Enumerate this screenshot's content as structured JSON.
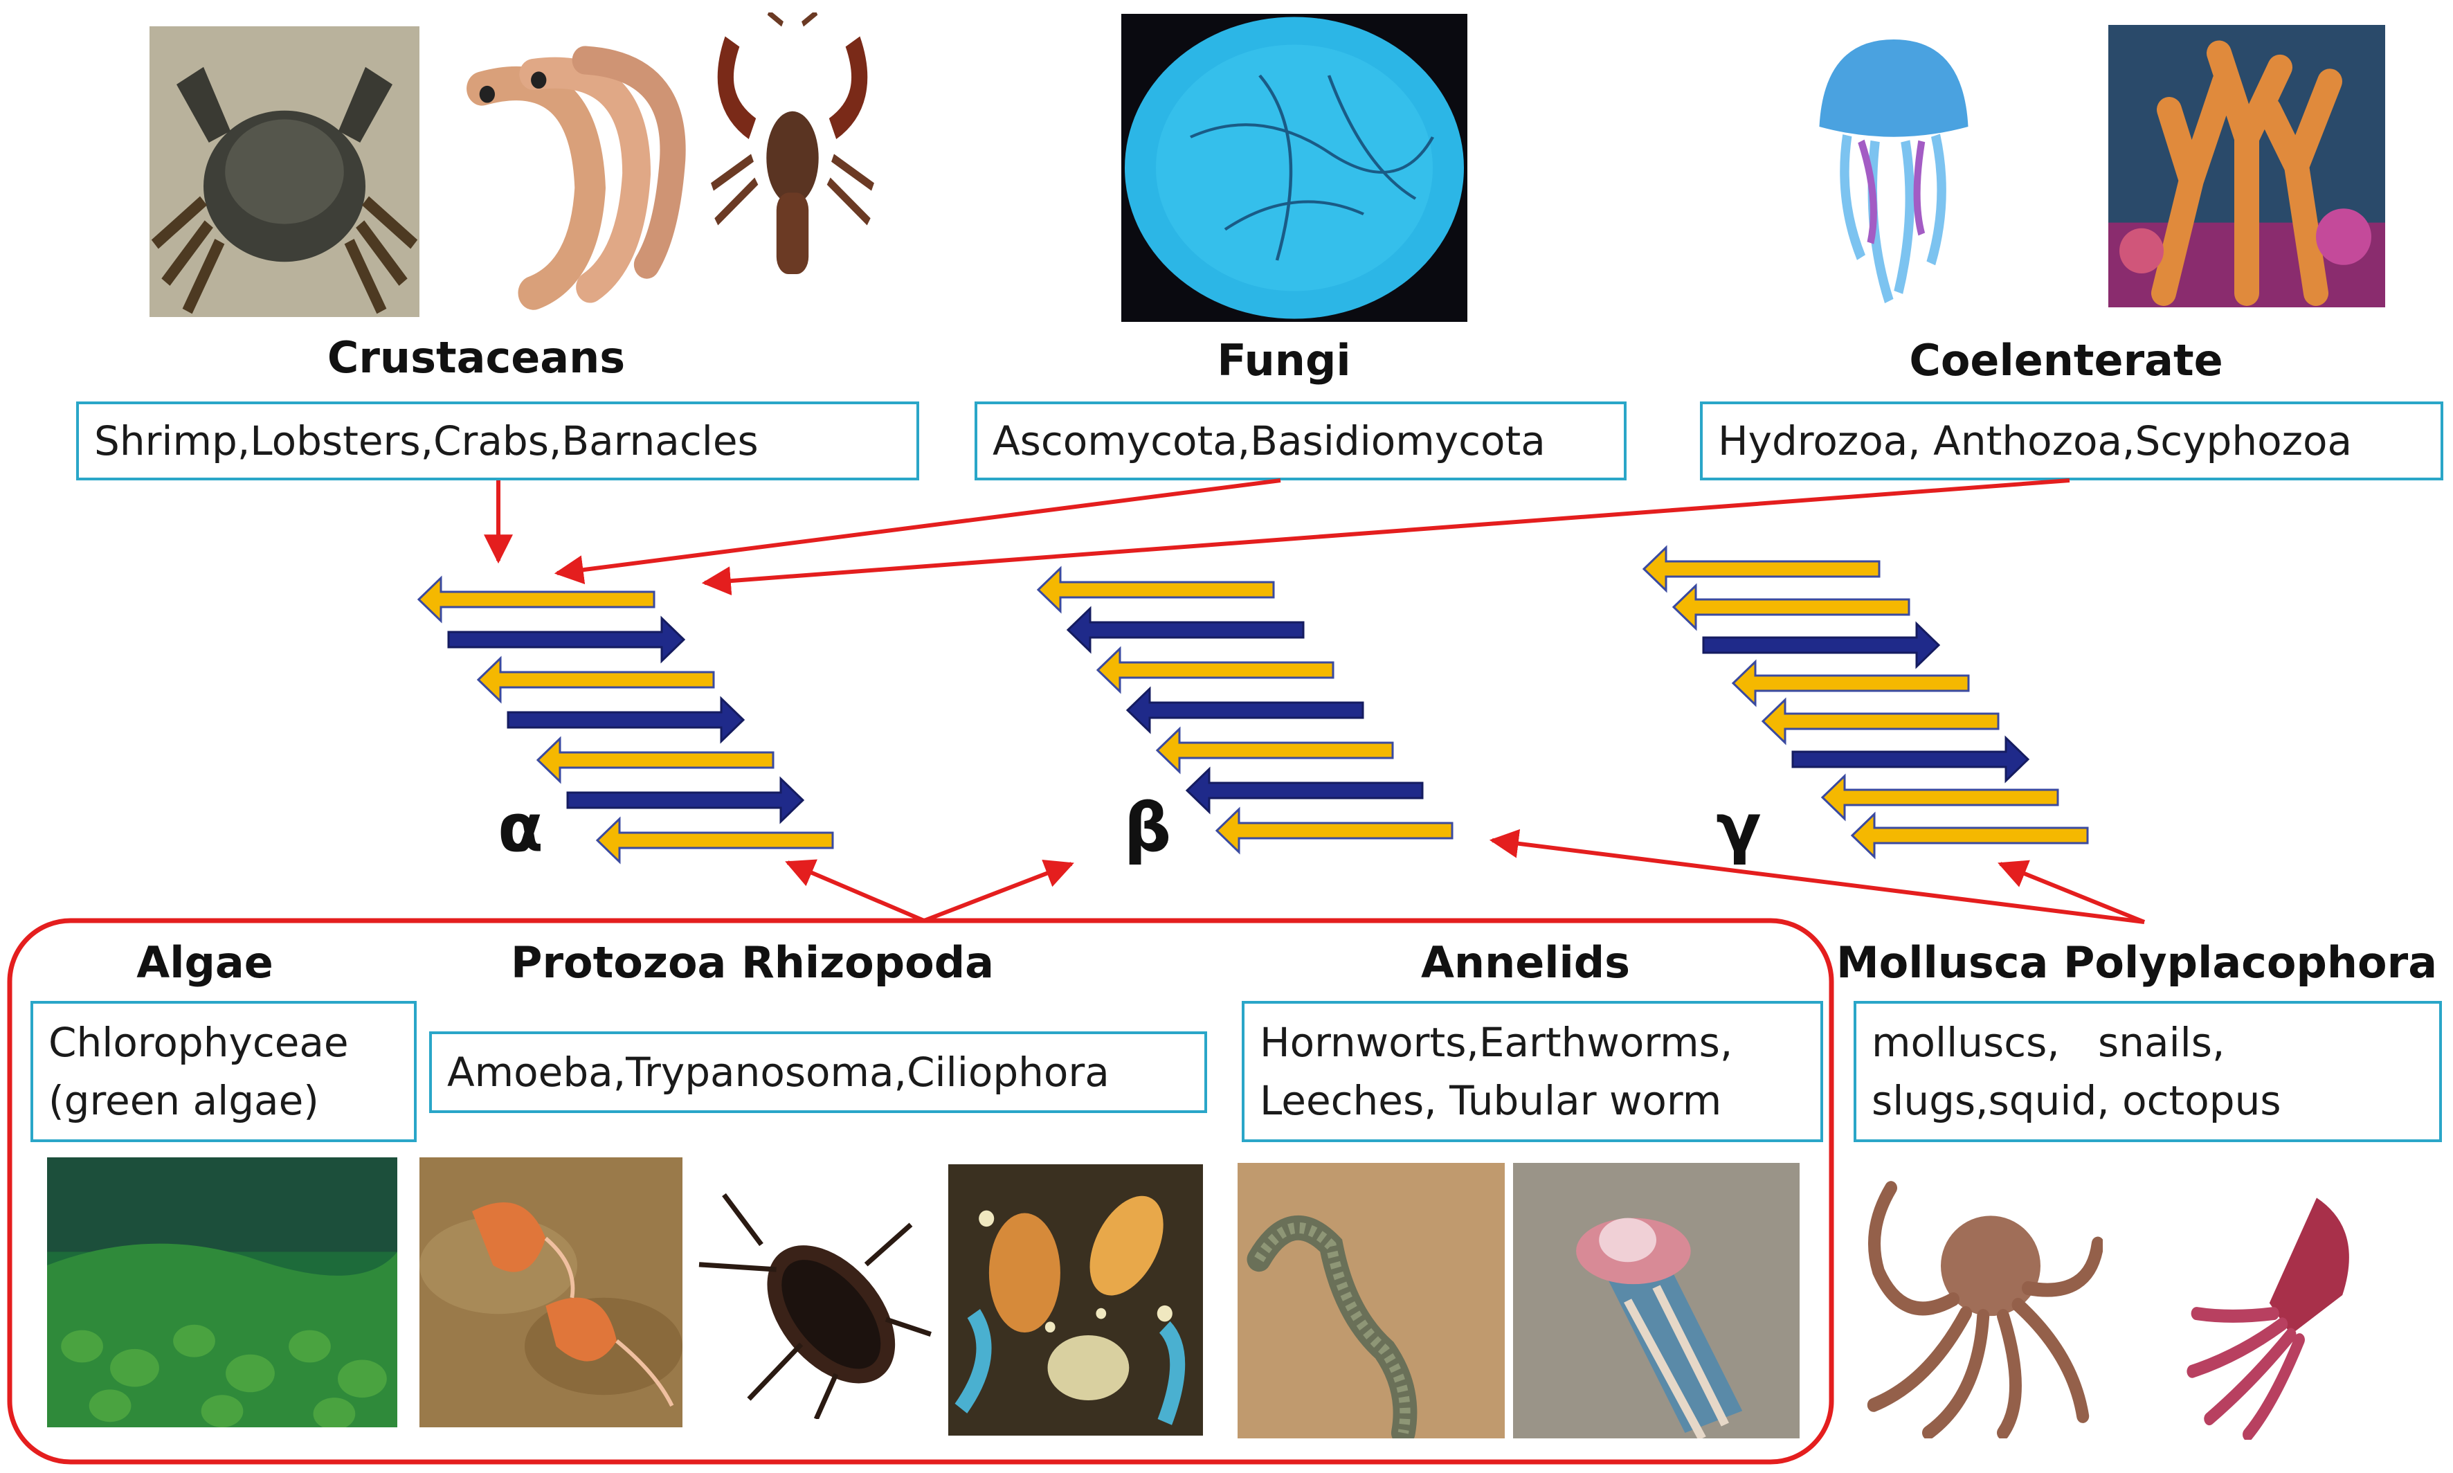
{
  "colors": {
    "box_border": "#2aa6c8",
    "arrow_red": "#e41e1e",
    "strand_yellow": "#f5b800",
    "strand_blue": "#1f2a8a"
  },
  "groups": {
    "crustaceans": {
      "title": "Crustaceans",
      "members": "Shrimp,Lobsters,Crabs,Barnacles"
    },
    "fungi": {
      "title": "Fungi",
      "members": "Ascomycota,Basidiomycota"
    },
    "coelenterate": {
      "title": "Coelenterate",
      "members": "Hydrozoa, Anthozoa,Scyphozoa"
    },
    "algae": {
      "title": "Algae",
      "members": "Chlorophyceae\n(green algae)"
    },
    "protozoa": {
      "title": "Protozoa Rhizopoda",
      "members": "Amoeba,Trypanosoma,Ciliophora"
    },
    "annelids": {
      "title": "Annelids",
      "members": "Hornworts,Earthworms,\nLeeches, Tubular worm"
    },
    "mollusca": {
      "title": "Mollusca Polyplacophora",
      "members": "molluscs,   snails,\nslugs,squid, octopus"
    }
  },
  "classes": {
    "alpha": "α",
    "beta": "β",
    "gamma": "γ"
  },
  "strand_patterns": {
    "alpha": [
      "left-yellow",
      "right-blue",
      "left-yellow",
      "right-blue",
      "left-yellow",
      "right-blue",
      "left-yellow"
    ],
    "beta": [
      "left-yellow",
      "left-blue",
      "left-yellow",
      "left-blue",
      "left-yellow",
      "left-blue",
      "left-yellow"
    ],
    "gamma": [
      "left-yellow",
      "left-yellow",
      "right-blue",
      "left-yellow",
      "left-yellow",
      "right-blue",
      "left-yellow",
      "left-yellow"
    ]
  },
  "icons": [
    "crab-photo",
    "shrimp-photo",
    "lobster-photo",
    "fungi-micrograph-photo",
    "jellyfish-photo",
    "coral-photo",
    "green-algae-photo",
    "trypanosoma-photo",
    "kissing-bug-photo",
    "ciliates-photo",
    "earthworm-photo",
    "tube-worm-photo",
    "octopus-photo",
    "squid-photo"
  ]
}
